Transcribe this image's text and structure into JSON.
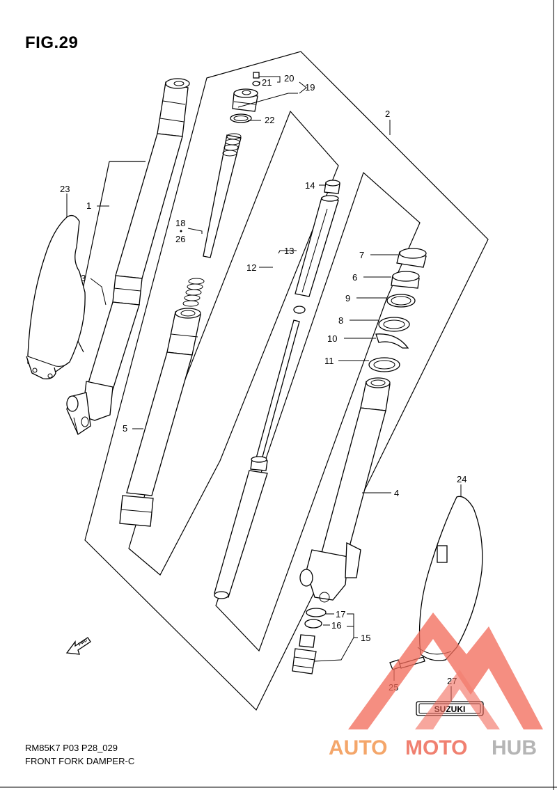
{
  "figure": {
    "title": "FIG.29",
    "code": "RM85K7 P03 P28_029",
    "name": "FRONT FORK DAMPER-C"
  },
  "labels": {
    "p1": "1",
    "p2": "2",
    "p3": "3",
    "p4": "4",
    "p5": "5",
    "p6": "6",
    "p7": "7",
    "p8": "8",
    "p9": "9",
    "p10": "10",
    "p11": "11",
    "p12": "12",
    "p13": "13",
    "p14": "14",
    "p15": "15",
    "p16": "16",
    "p17": "17",
    "p18": "18",
    "p19": "19",
    "p20": "20",
    "p21": "21",
    "p22": "22",
    "p23": "23",
    "p24": "24",
    "p25": "25",
    "p26": "26",
    "p27": "27"
  },
  "fwd": "FWD",
  "emblem": "SUZUKI",
  "watermark": {
    "auto": "AUTO",
    "moto": "MOTO",
    "hub": "HUB"
  },
  "colors": {
    "watermark_triangle": "#f26b5b",
    "watermark_auto": "#f4a66a",
    "watermark_moto": "#f08070",
    "watermark_hub": "#b5b5b5"
  }
}
